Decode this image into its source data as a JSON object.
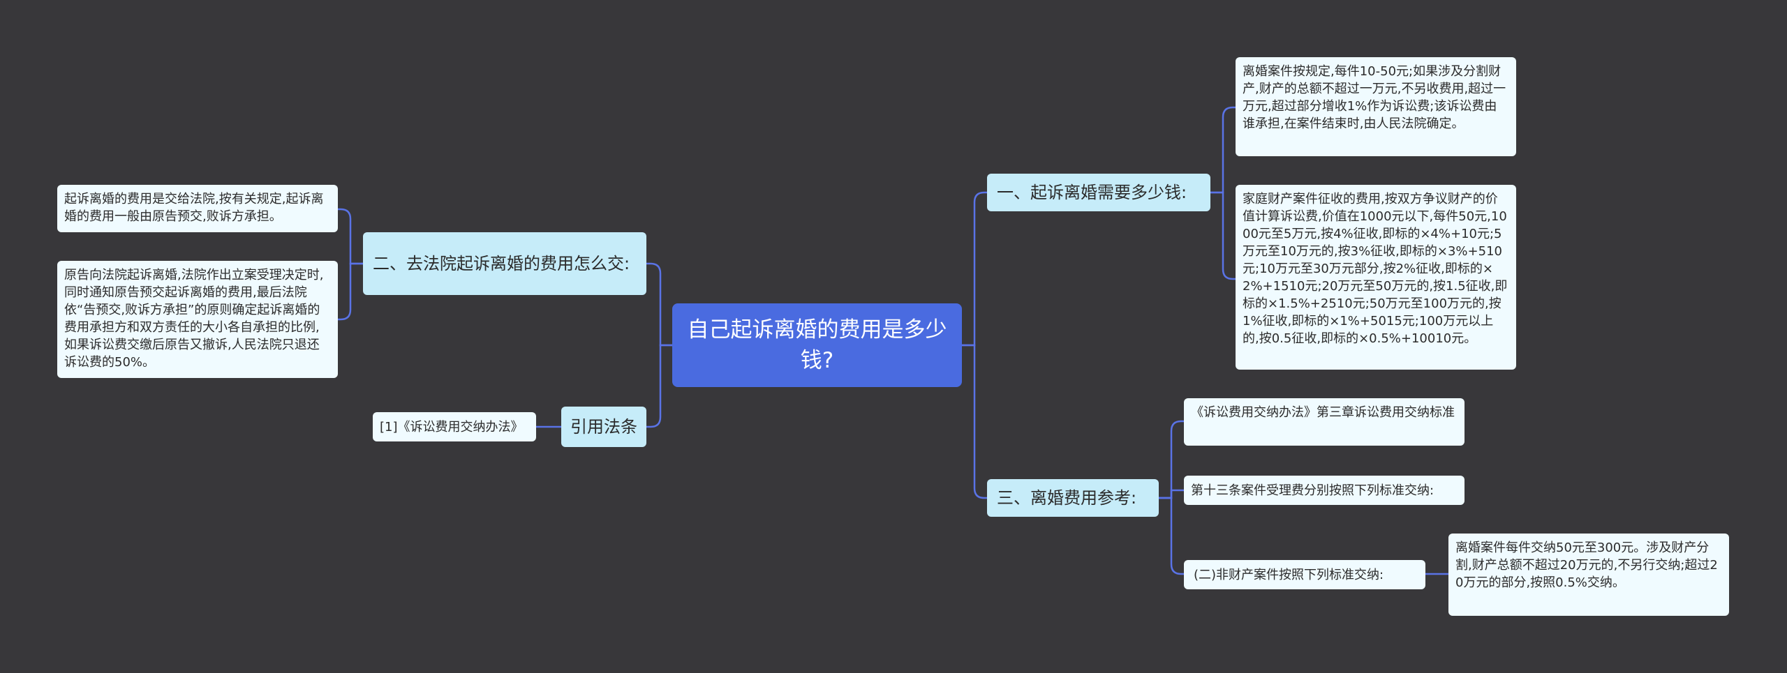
{
  "colors": {
    "background": "#38373a",
    "root_fill": "#4a6be0",
    "branch_fill": "#c6ecf9",
    "leaf_fill": "#f0fbff",
    "connector": "#5a73e6"
  },
  "root": {
    "text": "自己起诉离婚的费用是多少钱?"
  },
  "branches": {
    "how_much": {
      "label": "一、起诉离婚需要多少钱:",
      "leaves": [
        "离婚案件按规定,每件10-50元;如果涉及分割财产,财产的总额不超过一万元,不另收费用,超过一万元,超过部分增收1%作为诉讼费;该诉讼费由谁承担,在案件结束时,由人民法院确定。",
        "家庭财产案件征收的费用,按双方争议财产的价值计算诉讼费,价值在1000元以下,每件50元,1000元至5万元,按4%征收,即标的×4%+10元;5万元至10万元的,按3%征收,即标的×3%+510元;10万元至30万元部分,按2%征收,即标的×2%+1510元;20万元至50万元的,按1.5征收,即标的×1.5%+2510元;50万元至100万元的,按1%征收,即标的×1%+5015元;100万元以上的,按0.5征收,即标的×0.5%+10010元。"
      ]
    },
    "how_to_pay": {
      "label": "二、去法院起诉离婚的费用怎么交:",
      "leaves": [
        "起诉离婚的费用是交给法院,按有关规定,起诉离婚的费用一般由原告预交,败诉方承担。",
        "原告向法院起诉离婚,法院作出立案受理决定时,同时通知原告预交起诉离婚的费用,最后法院依“告预交,败诉方承担”的原则确定起诉离婚的费用承担方和双方责任的大小各自承担的比例,如果诉讼费交缴后原告又撤诉,人民法院只退还诉讼费的50%。"
      ]
    },
    "reference": {
      "label": "三、离婚费用参考:",
      "leaves": [
        "《诉讼费用交纳办法》第三章诉讼费用交纳标准",
        "第十三条案件受理费分别按照下列标准交纳:",
        "(二)非财产案件按照下列标准交纳:"
      ],
      "sub_leaf": "离婚案件每件交纳50元至300元。涉及财产分割,财产总额不超过20万元的,不另行交纳;超过20万元的部分,按照0.5%交纳。"
    },
    "law": {
      "label": "引用法条",
      "leaves": [
        "[1]《诉讼费用交纳办法》"
      ]
    }
  }
}
